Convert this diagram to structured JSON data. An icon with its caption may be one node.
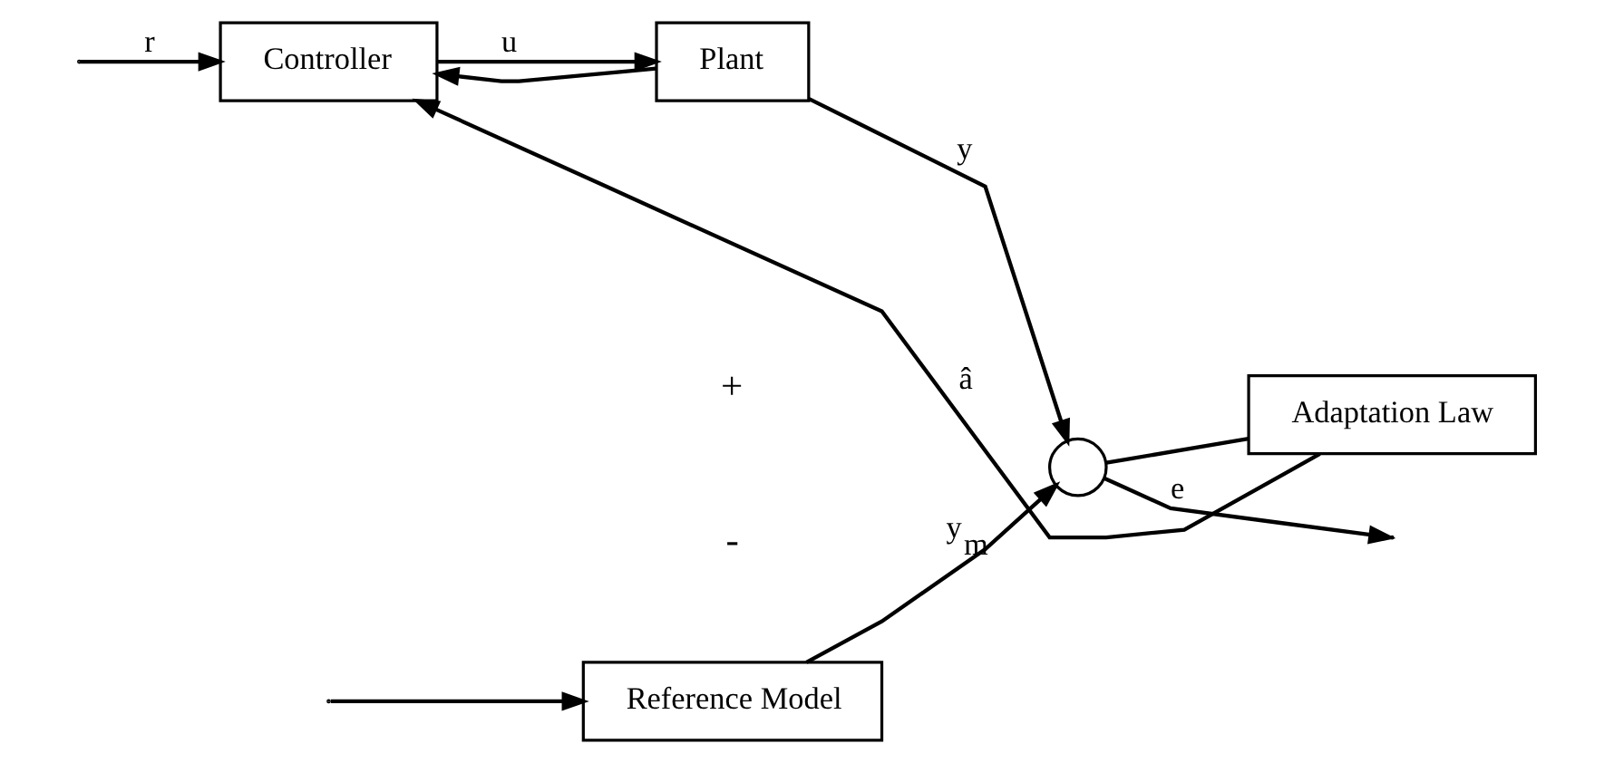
{
  "diagram": {
    "nodes": [
      {
        "text": [
          "Reference Model"
        ]
      },
      {
        "text": [
          "Controller"
        ]
      },
      {
        "text": [
          "Plant"
        ]
      },
      {
        "text": [],
        "shape": "circle"
      },
      {
        "text": [
          "Adaptation Law"
        ]
      }
    ],
    "edges": [
      {
        "from": null,
        "to": 1,
        "arrow": "to",
        "label": "r"
      },
      {
        "from": null,
        "to": 0,
        "arrow": "to"
      },
      {
        "from": 0,
        "to": 3,
        "arrow": "to",
        "label": "y$_{m}$"
      },
      {
        "from": 1,
        "to": 2,
        "arrow": "to",
        "label": "u"
      },
      {
        "from": 2,
        "to": 3,
        "arrow": "to",
        "label": "y"
      },
      {
        "from": 3,
        "to": null,
        "arrow": "to",
        "label": "e"
      },
      {
        "from": 2,
        "to": 1,
        "arrow": "to"
      },
      {
        "from": 3,
        "to": 4,
        "arrow": "none"
      },
      {
        "from": 4,
        "to": 1,
        "arrow": "to",
        "label": "â"
      }
    ],
    "labels": [
      "+",
      "-"
    ]
  }
}
